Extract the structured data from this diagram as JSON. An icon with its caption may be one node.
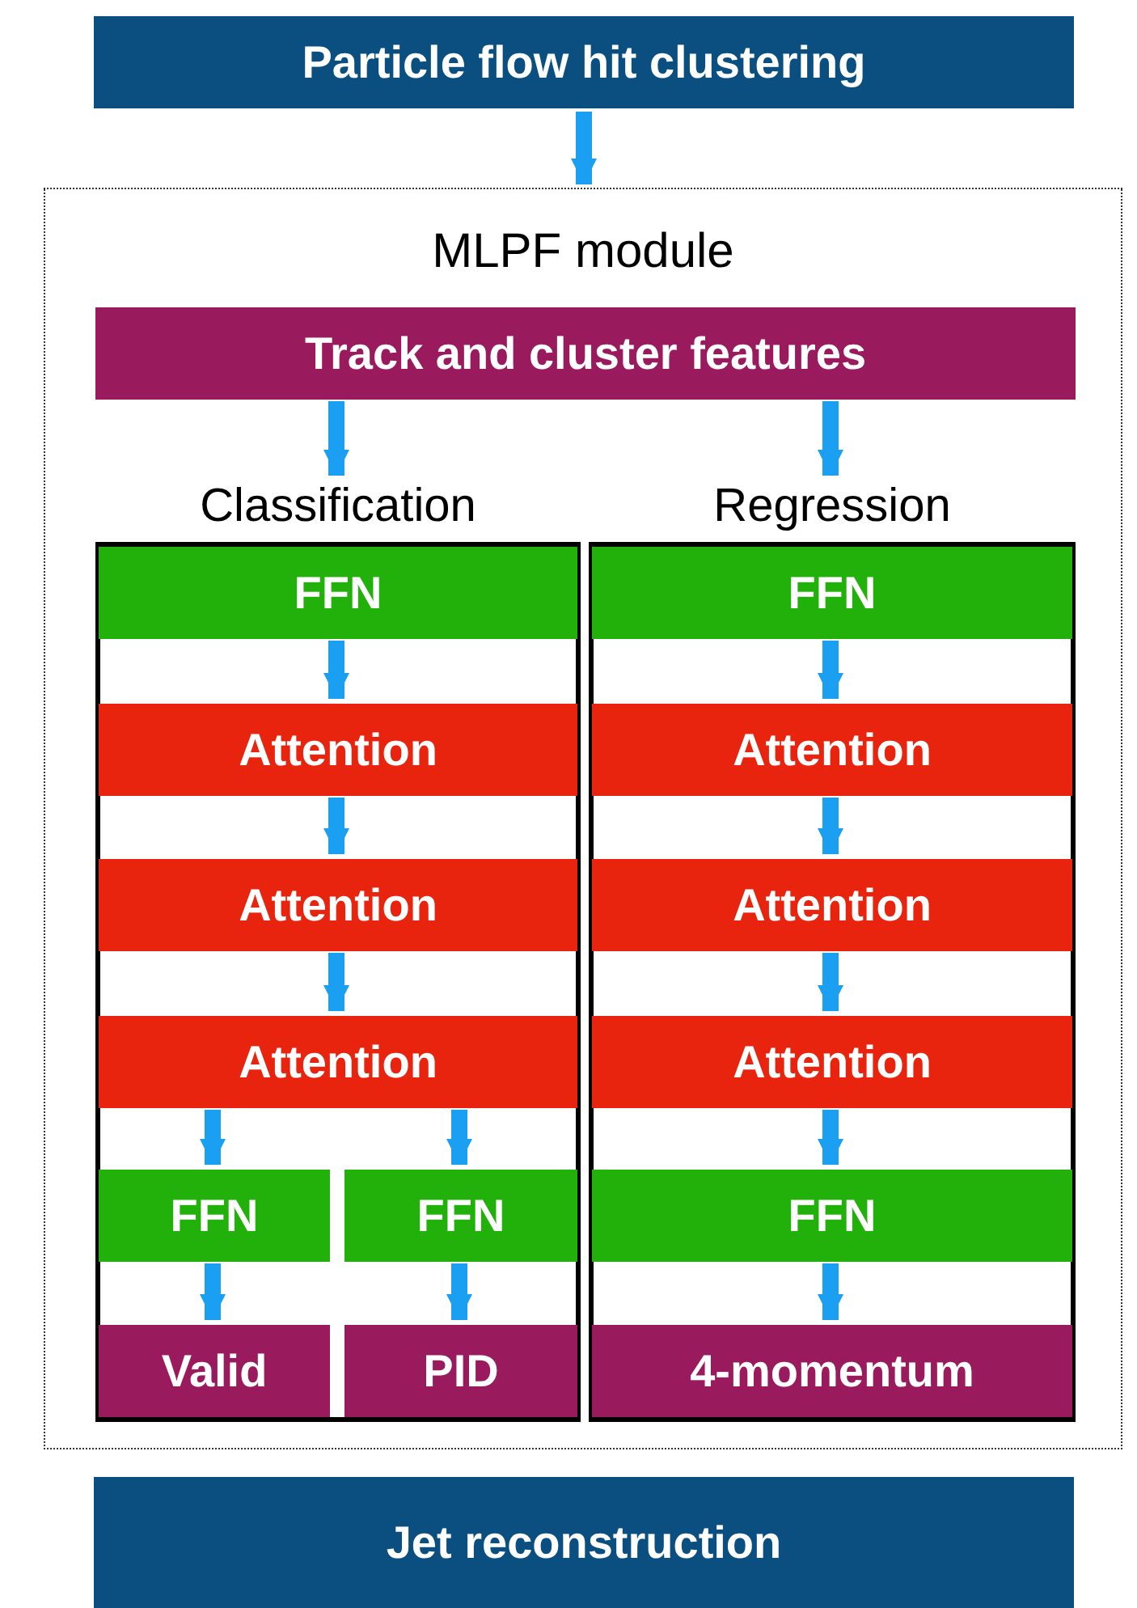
{
  "diagram": {
    "nodes": [
      {
        "text": [
          "Particle flow hit clustering"
        ]
      },
      {
        "text": [
          "MLPF module"
        ]
      },
      {
        "text": [
          "Track and cluster features"
        ],
        "in": 1
      },
      {
        "text": [
          "Classification"
        ],
        "in": 1
      },
      {
        "text": [
          "FFN"
        ],
        "in": 3
      },
      {
        "text": [
          "Attention"
        ],
        "in": 3
      },
      {
        "text": [
          "Attention"
        ],
        "in": 3
      },
      {
        "text": [
          "Attention"
        ],
        "in": 3
      },
      {
        "text": [
          "FFN"
        ],
        "in": 3
      },
      {
        "text": [
          "FFN"
        ],
        "in": 3
      },
      {
        "text": [
          "Valid"
        ],
        "in": 3
      },
      {
        "text": [
          "PID"
        ],
        "in": 3
      },
      {
        "text": [
          "Regression"
        ],
        "in": 1
      },
      {
        "text": [
          "FFN"
        ],
        "in": 12
      },
      {
        "text": [
          "Attention"
        ],
        "in": 12
      },
      {
        "text": [
          "Attention"
        ],
        "in": 12
      },
      {
        "text": [
          "Attention"
        ],
        "in": 12
      },
      {
        "text": [
          "FFN"
        ],
        "in": 12
      },
      {
        "text": [
          "4-momentum"
        ],
        "in": 12
      },
      {
        "text": [
          "Jet reconstruction"
        ]
      }
    ],
    "edges": [
      {
        "from": 0,
        "to": 1,
        "arrow": "to"
      },
      {
        "from": 2,
        "to": 3,
        "arrow": "to"
      },
      {
        "from": 2,
        "to": 12,
        "arrow": "to"
      },
      {
        "from": 4,
        "to": 5,
        "arrow": "to"
      },
      {
        "from": 5,
        "to": 6,
        "arrow": "to"
      },
      {
        "from": 6,
        "to": 7,
        "arrow": "to"
      },
      {
        "from": 7,
        "to": 8,
        "arrow": "to"
      },
      {
        "from": 7,
        "to": 9,
        "arrow": "to"
      },
      {
        "from": 8,
        "to": 10,
        "arrow": "to"
      },
      {
        "from": 9,
        "to": 11,
        "arrow": "to"
      },
      {
        "from": 13,
        "to": 14,
        "arrow": "to"
      },
      {
        "from": 14,
        "to": 15,
        "arrow": "to"
      },
      {
        "from": 15,
        "to": 16,
        "arrow": "to"
      },
      {
        "from": 16,
        "to": 17,
        "arrow": "to"
      },
      {
        "from": 17,
        "to": 18,
        "arrow": "to"
      }
    ]
  }
}
